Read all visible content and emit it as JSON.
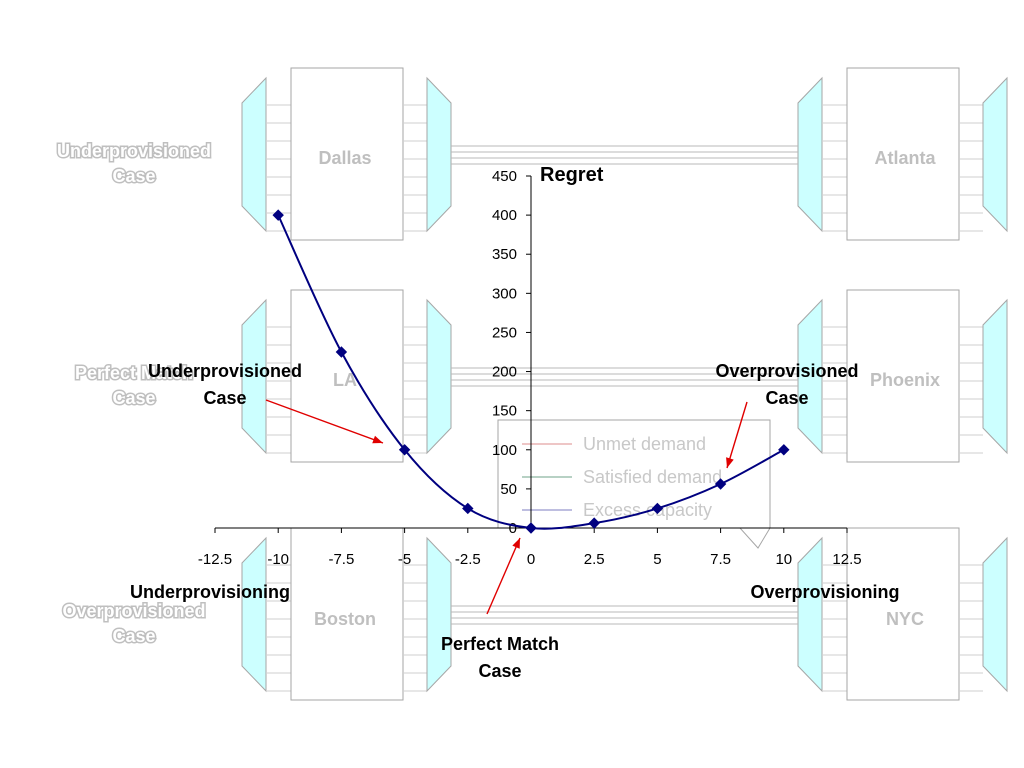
{
  "background": {
    "cities": [
      "Dallas",
      "Atlanta",
      "LA",
      "Phoenix",
      "Boston",
      "NYC"
    ],
    "case_labels": [
      [
        "Underprovisioned",
        "Case"
      ],
      [
        "Perfect Match",
        "Case"
      ],
      [
        "Overprovisioned",
        "Case"
      ]
    ],
    "legend": [
      "Unmet demand",
      "Satisfied demand",
      "Excess capacity"
    ],
    "colors": {
      "panel_fill": "#ccffff",
      "panel_stroke": "#a6a6a6",
      "text": "#bfbfbf"
    }
  },
  "annotations": {
    "under_case": [
      "Underprovisioned",
      "Case"
    ],
    "over_case": [
      "Overprovisioned",
      "Case"
    ],
    "perfect_case": [
      "Perfect Match",
      "Case"
    ],
    "left_axis_label": "Underprovisioning",
    "right_axis_label": "Overprovisioning",
    "arrow_color": "#e00000"
  },
  "chart_data": {
    "type": "line",
    "ylabel": "Regret",
    "x": [
      -10,
      -7.5,
      -5,
      -2.5,
      0,
      2.5,
      5,
      7.5,
      10
    ],
    "series": [
      {
        "values": [
          400,
          225,
          100,
          25,
          0,
          6.25,
          25,
          56.25,
          100
        ],
        "color": "#000080"
      }
    ],
    "xlim": [
      -12.5,
      12.5
    ],
    "ylim": [
      0,
      450
    ],
    "x_ticks": [
      "-12.5",
      "-10",
      "-7.5",
      "-5",
      "-2.5",
      "0",
      "2.5",
      "5",
      "7.5",
      "10",
      "12.5"
    ],
    "y_ticks": [
      "0",
      "50",
      "100",
      "150",
      "200",
      "250",
      "300",
      "350",
      "400",
      "450"
    ],
    "grid": false,
    "marker": "diamond",
    "smooth": true
  }
}
